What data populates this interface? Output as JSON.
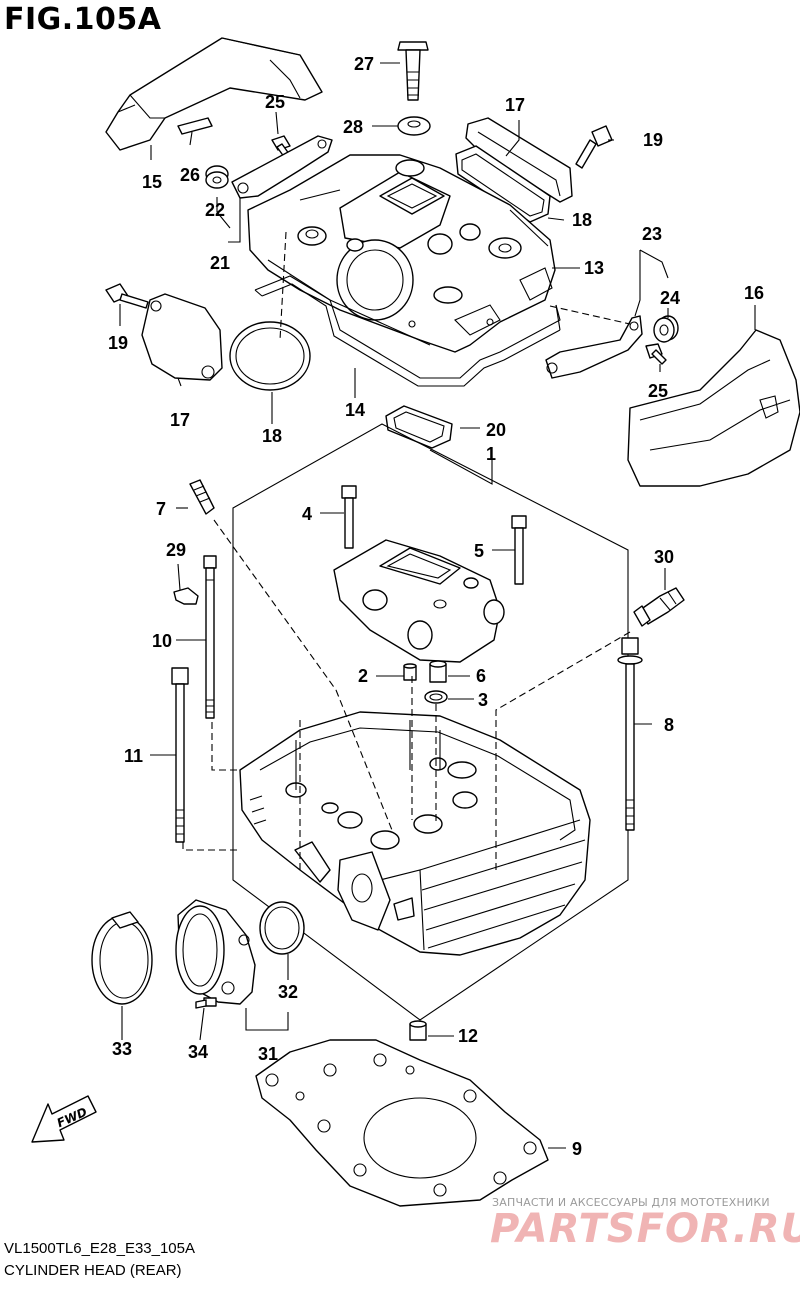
{
  "header": {
    "title": "FIG.105A"
  },
  "footer": {
    "code": "VL1500TL6_E28_E33_105A",
    "name": "CYLINDER HEAD (REAR)"
  },
  "watermark": {
    "tagline": "ЗАПЧАСТИ И АКСЕССУАРЫ ДЛЯ МОТОТЕХНИКИ",
    "brand": "PARTSFOR.RU"
  },
  "fwd_label": "FWD",
  "callouts": {
    "c1": "1",
    "c2": "2",
    "c3": "3",
    "c4": "4",
    "c5": "5",
    "c6": "6",
    "c7": "7",
    "c8": "8",
    "c9": "9",
    "c10": "10",
    "c11": "11",
    "c12": "12",
    "c13": "13",
    "c14": "14",
    "c15": "15",
    "c16": "16",
    "c17a": "17",
    "c17b": "17",
    "c18a": "18",
    "c18b": "18",
    "c19a": "19",
    "c19b": "19",
    "c20": "20",
    "c21": "21",
    "c22": "22",
    "c23": "23",
    "c24": "24",
    "c25a": "25",
    "c25b": "25",
    "c26": "26",
    "c27": "27",
    "c28": "28",
    "c29": "29",
    "c30": "30",
    "c31": "31",
    "c32": "32",
    "c33": "33",
    "c34": "34"
  },
  "colors": {
    "line": "#000000",
    "background": "#ffffff",
    "watermark_brand": "#f0b4b4",
    "watermark_text": "#9a9a9a"
  }
}
